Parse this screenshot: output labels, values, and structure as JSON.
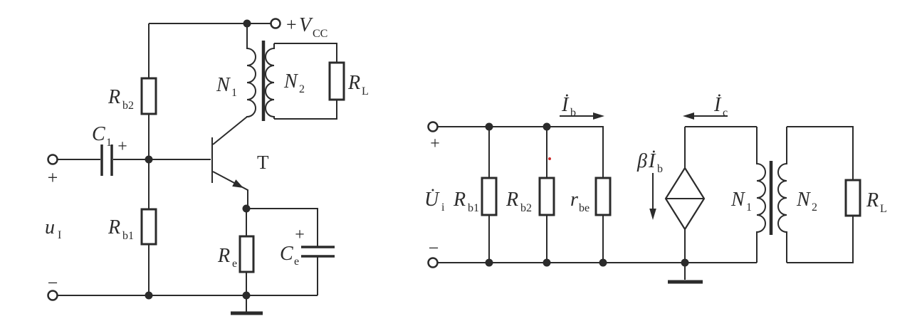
{
  "colors": {
    "ink": "#2b2b2b",
    "paper": "#ffffff",
    "artifact": "#cc2a2a"
  },
  "left_circuit": {
    "supply": {
      "plus": "+",
      "symbol": "V",
      "sub": "CC"
    },
    "rb2": {
      "symbol": "R",
      "sub": "b2"
    },
    "c1": {
      "symbol": "C",
      "sub": "1",
      "polarity": "+"
    },
    "input": {
      "plus": "+",
      "minus": "−",
      "symbol": "u",
      "sub": "I"
    },
    "rb1": {
      "symbol": "R",
      "sub": "b1"
    },
    "n1": {
      "symbol": "N",
      "sub": "1"
    },
    "n2": {
      "symbol": "N",
      "sub": "2"
    },
    "rl": {
      "symbol": "R",
      "sub": "L"
    },
    "transistor": {
      "symbol": "T"
    },
    "re": {
      "symbol": "R",
      "sub": "e"
    },
    "ce": {
      "symbol": "C",
      "sub": "e",
      "polarity": "+"
    }
  },
  "right_circuit": {
    "ib": {
      "symbol": "İ",
      "sub": "b"
    },
    "ic": {
      "symbol": "İ",
      "sub": "c"
    },
    "input": {
      "plus": "+",
      "minus": "−",
      "symbol": "U̇",
      "sub": "i"
    },
    "rb1": {
      "symbol": "R",
      "sub": "b1"
    },
    "rb2": {
      "symbol": "R",
      "sub": "b2"
    },
    "rbe": {
      "symbol": "r",
      "sub": "be"
    },
    "source": {
      "beta": "β",
      "symbol": "İ",
      "sub": "b"
    },
    "n1": {
      "symbol": "N",
      "sub": "1"
    },
    "n2": {
      "symbol": "N",
      "sub": "2"
    },
    "rl": {
      "symbol": "R",
      "sub": "L"
    }
  }
}
